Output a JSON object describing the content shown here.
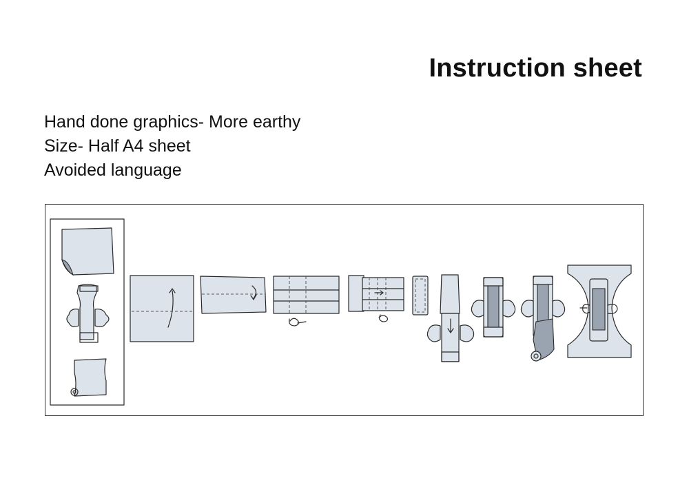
{
  "page": {
    "title": "Instruction sheet",
    "notes": [
      "Hand done graphics- More earthy",
      "Size- Half A4 sheet",
      "Avoided language"
    ]
  },
  "illustration": {
    "steps": [
      "pad-package-icon",
      "unfold-square-icon",
      "fold-in-half-icon",
      "fold-in-thirds-icon",
      "fold-pleats-icon",
      "folded-strip-icon",
      "insert-strip-icon",
      "wings-wrap-icon",
      "roll-wrapper-icon",
      "wrap-underwear-icon"
    ],
    "colors": {
      "stroke": "#2a2a2a",
      "shade": "#dde3ea",
      "dark_shade": "#9aa4b0",
      "frame_border": "#333333"
    }
  }
}
